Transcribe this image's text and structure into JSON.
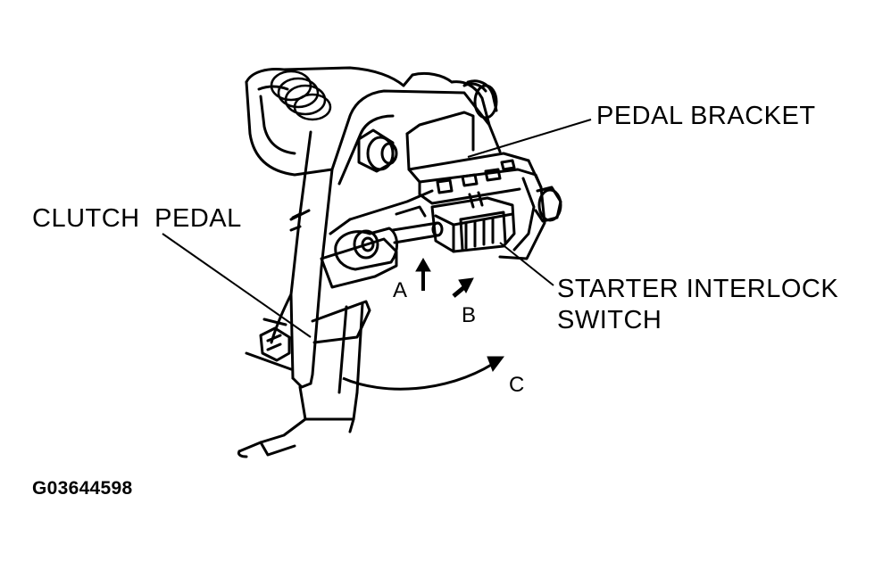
{
  "labels": {
    "pedal_bracket": "PEDAL BRACKET",
    "clutch_pedal": "CLUTCH  PEDAL",
    "starter_interlock_line1": "STARTER INTERLOCK",
    "starter_interlock_line2": "SWITCH",
    "arrow_a": "A",
    "arrow_b": "B",
    "arrow_c": "C"
  },
  "figure_id": "G03644598"
}
